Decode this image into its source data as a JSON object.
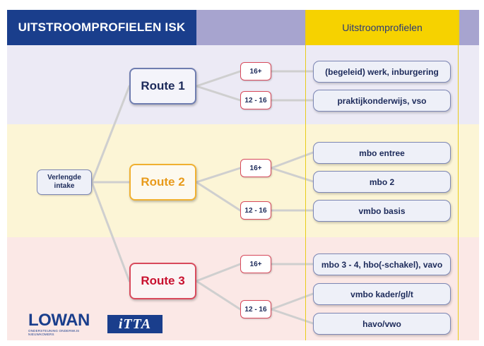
{
  "header": {
    "title": "UITSTROOMPROFIELEN ISK",
    "column_title": "Uitstroomprofielen"
  },
  "intake": {
    "label_line1": "Verlengde",
    "label_line2": "intake"
  },
  "routes": [
    {
      "label": "Route 1",
      "color": "#1c2a5a"
    },
    {
      "label": "Route 2",
      "color": "#e89a1a"
    },
    {
      "label": "Route 3",
      "color": "#c8102e"
    }
  ],
  "ages": {
    "r1_a": "16+",
    "r1_b": "12 - 16",
    "r2_a": "16+",
    "r2_b": "12 - 16",
    "r3_a": "16+",
    "r3_b": "12 - 16"
  },
  "outcomes": {
    "r1_1": "(begeleid) werk, inburgering",
    "r1_2": "praktijkonderwijs, vso",
    "r2_1": "mbo entree",
    "r2_2": "mbo 2",
    "r2_3": "vmbo basis",
    "r3_1": "mbo 3 - 4, hbo(-schakel), vavo",
    "r3_2": "vmbo kader/gl/t",
    "r3_3": "havo/vwo"
  },
  "logos": {
    "lowan": "LOWAN",
    "lowan_sub": "ONDERSTEUNING ONDERWIJS NIEUWKOMERS",
    "itta": "iTTA"
  },
  "colors": {
    "header_blue": "#1a3e8c",
    "header_lavender": "#a7a4cf",
    "header_yellow": "#f6d200",
    "band_1": "#eceaf5",
    "band_2": "#fcf5d6",
    "band_3": "#fbe8e6",
    "connector": "#cfcfcf"
  }
}
